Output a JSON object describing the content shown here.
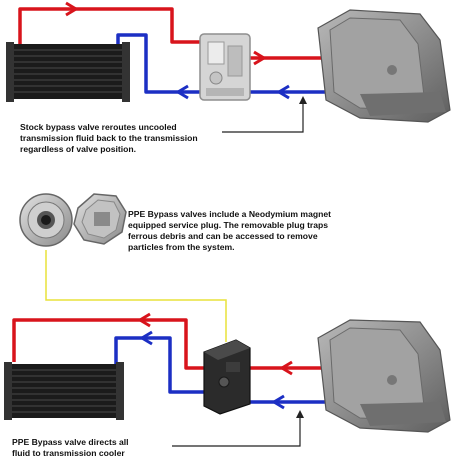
{
  "diagram": {
    "top_panel": {
      "caption_lines": [
        "Stock bypass valve reroutes uncooled",
        "transmission fluid back to the transmission",
        "regardless of valve position."
      ]
    },
    "plug_panel": {
      "caption_lines": [
        "PPE Bypass valves include a Neodymium magnet",
        "equipped service plug. The removable plug traps",
        "ferrous debris and can be accessed to remove",
        "particles from the system."
      ]
    },
    "bottom_panel": {
      "caption_lines": [
        "PPE Bypass valve directs all",
        "fluid to transmission cooler"
      ]
    },
    "colors": {
      "hot_line": "#d8141c",
      "cool_line": "#1c2fc4",
      "plug_leader": "#e8e23a",
      "pointer": "#222222",
      "cooler": "#1b1b1b",
      "transmission": "#8f8f8f"
    }
  }
}
